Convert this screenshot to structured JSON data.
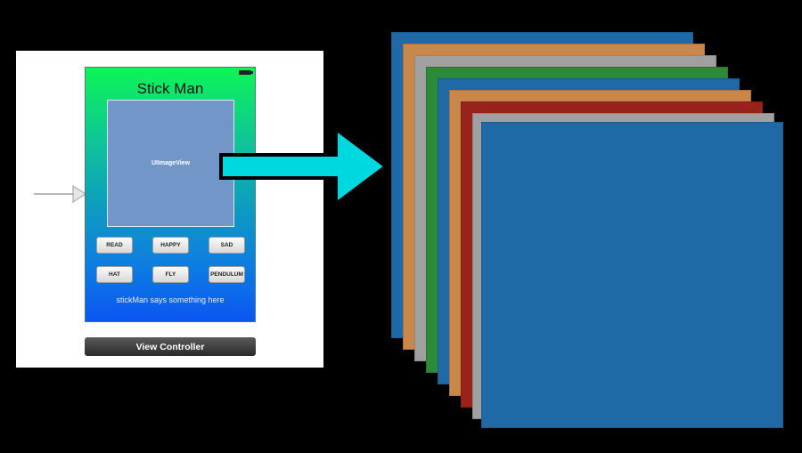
{
  "storyboard": {
    "app_title": "Stick Man",
    "image_view_label": "UIImageView",
    "buttons": [
      "READ",
      "HAPPY",
      "SAD",
      "HAT",
      "FLY",
      "PENDULUM"
    ],
    "caption": "stickMan says something here",
    "view_controller_label": "View Controller"
  },
  "colors": {
    "arrow": "#00d8e0",
    "frames": [
      "#1f6aa6",
      "#c9874a",
      "#a0a0a0",
      "#2b8b38",
      "#1f6aa6",
      "#c9874a",
      "#982318",
      "#a0a0a0",
      "#1f6aa6"
    ]
  }
}
